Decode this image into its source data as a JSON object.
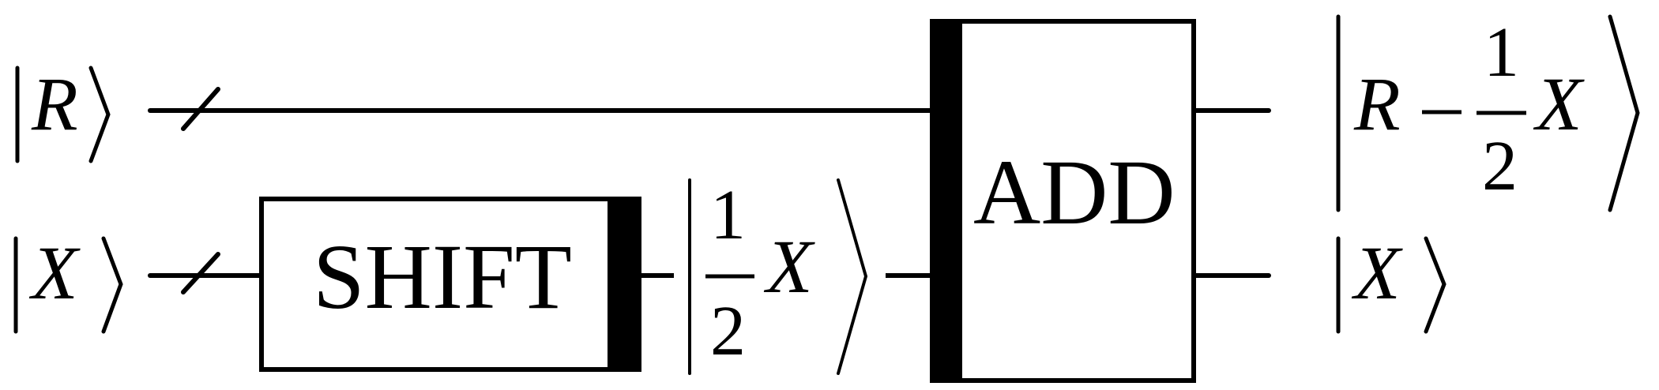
{
  "diagram": {
    "type": "quantum-circuit",
    "inputs": [
      {
        "label": "R",
        "ket": "|R⟩",
        "register": true
      },
      {
        "label": "X",
        "ket": "|X⟩",
        "register": true
      }
    ],
    "gates": [
      {
        "label": "SHIFT",
        "wire": "X"
      },
      {
        "label": "ADD",
        "wires": [
          "R",
          "X"
        ]
      }
    ],
    "intermediate": {
      "ket": "|½X⟩",
      "numerator": "1",
      "denominator": "2",
      "variable": "X"
    },
    "outputs": [
      {
        "ket": "|R − ½X⟩",
        "lhs": "R",
        "minus": "−",
        "numerator": "1",
        "denominator": "2",
        "variable": "X"
      },
      {
        "ket": "|X⟩",
        "variable": "X"
      }
    ],
    "colors": {
      "stroke": "#000000",
      "background": "#ffffff"
    }
  }
}
